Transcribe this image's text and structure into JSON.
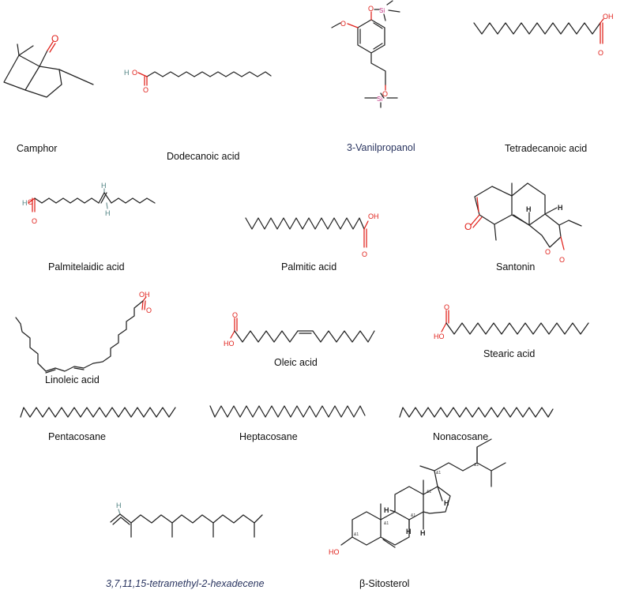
{
  "compounds": [
    {
      "name": "Camphor"
    },
    {
      "name": "Dodecanoic acid"
    },
    {
      "name": "3-Vanilpropanol"
    },
    {
      "name": "Tetradecanoic acid"
    },
    {
      "name": "Palmitelaidic acid"
    },
    {
      "name": "Palmitic acid"
    },
    {
      "name": "Santonin"
    },
    {
      "name": "Linoleic acid"
    },
    {
      "name": "Oleic acid"
    },
    {
      "name": "Stearic acid"
    },
    {
      "name": "Pentacosane"
    },
    {
      "name": "Heptacosane"
    },
    {
      "name": "Nonacosane"
    },
    {
      "name": "3,7,11,15-tetramethyl-2-hexadecene"
    },
    {
      "name": "β-Sitosterol"
    }
  ],
  "atom_labels": {
    "O": "O",
    "H": "H",
    "OH": "OH",
    "HO": "HO",
    "Si": "Si",
    "stereo": "&1"
  },
  "colors": {
    "bond": "#222222",
    "oxygen": "#e0201a",
    "hydrogen": "#4d8080",
    "silicon": "#c03080",
    "label_blue": "#2a3560"
  }
}
